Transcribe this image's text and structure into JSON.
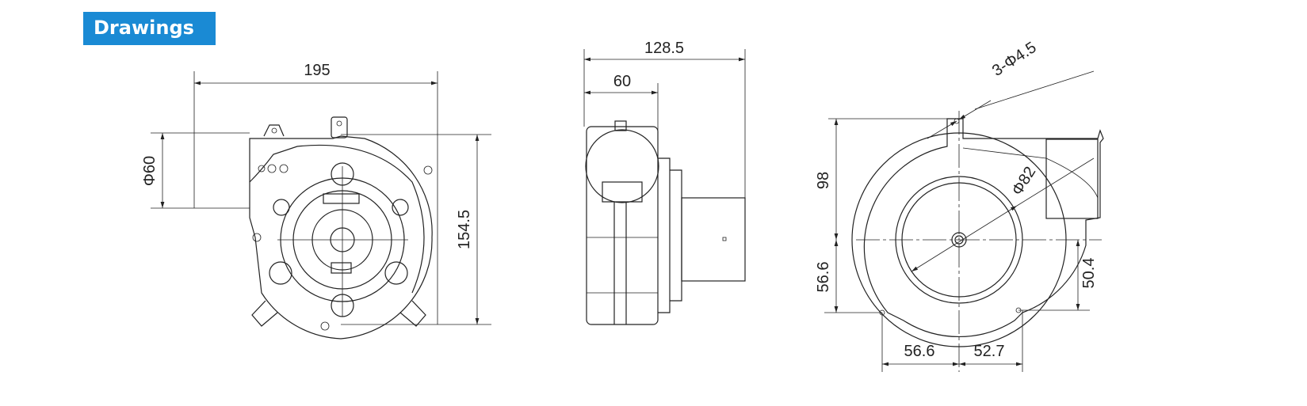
{
  "header": {
    "title": "Drawings",
    "color": "#1a8ad4"
  },
  "front_view": {
    "width": "195",
    "outlet_diameter": "Φ60",
    "height": "154.5"
  },
  "side_view": {
    "overall_depth": "128.5",
    "outlet_depth": "60"
  },
  "rear_view": {
    "mounting_holes": "3-Φ4.5",
    "inlet_diameter": "Φ82",
    "top_to_center": "98",
    "center_to_bottom_hole": "56.6",
    "right_hole_offset": "50.4",
    "left_hole_horizontal": "56.6",
    "right_hole_horizontal": "52.7"
  }
}
